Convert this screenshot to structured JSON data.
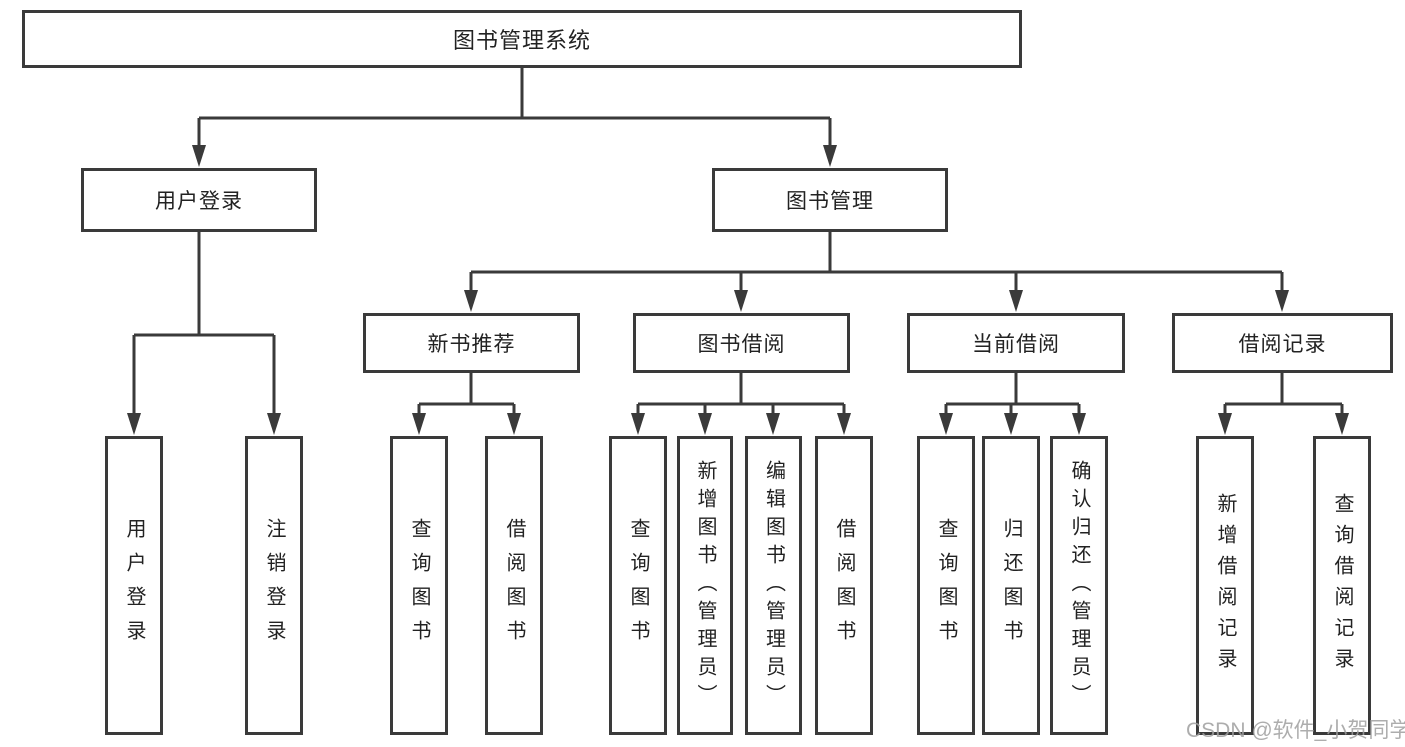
{
  "diagram": {
    "root": "图书管理系统",
    "level2": {
      "user_login": "用户登录",
      "book_mgmt": "图书管理"
    },
    "level3": {
      "new_book": "新书推荐",
      "book_borrow": "图书借阅",
      "current_borrow": "当前借阅",
      "borrow_record": "借阅记录"
    },
    "leaves": {
      "user_login_leaf": "用户登录",
      "logout_leaf": "注销登录",
      "nb_query_book": "查询图书",
      "nb_borrow_book": "借阅图书",
      "bb_query_book": "查询图书",
      "bb_add_book": "新增图书（管理员）",
      "bb_edit_book": "编辑图书（管理员）",
      "bb_borrow_book": "借阅图书",
      "cb_query_book": "查询图书",
      "cb_return_book": "归还图书",
      "cb_confirm_return": "确认归还（管理员）",
      "br_add_record": "新增借阅记录",
      "br_query_record": "查询借阅记录"
    }
  },
  "watermark": "CSDN @软件_小贺同学",
  "colors": {
    "line": "#3a3a3a",
    "box_border": "#3a3a3a",
    "text": "#222222",
    "watermark": "#9f9f9f",
    "background": "#ffffff"
  }
}
